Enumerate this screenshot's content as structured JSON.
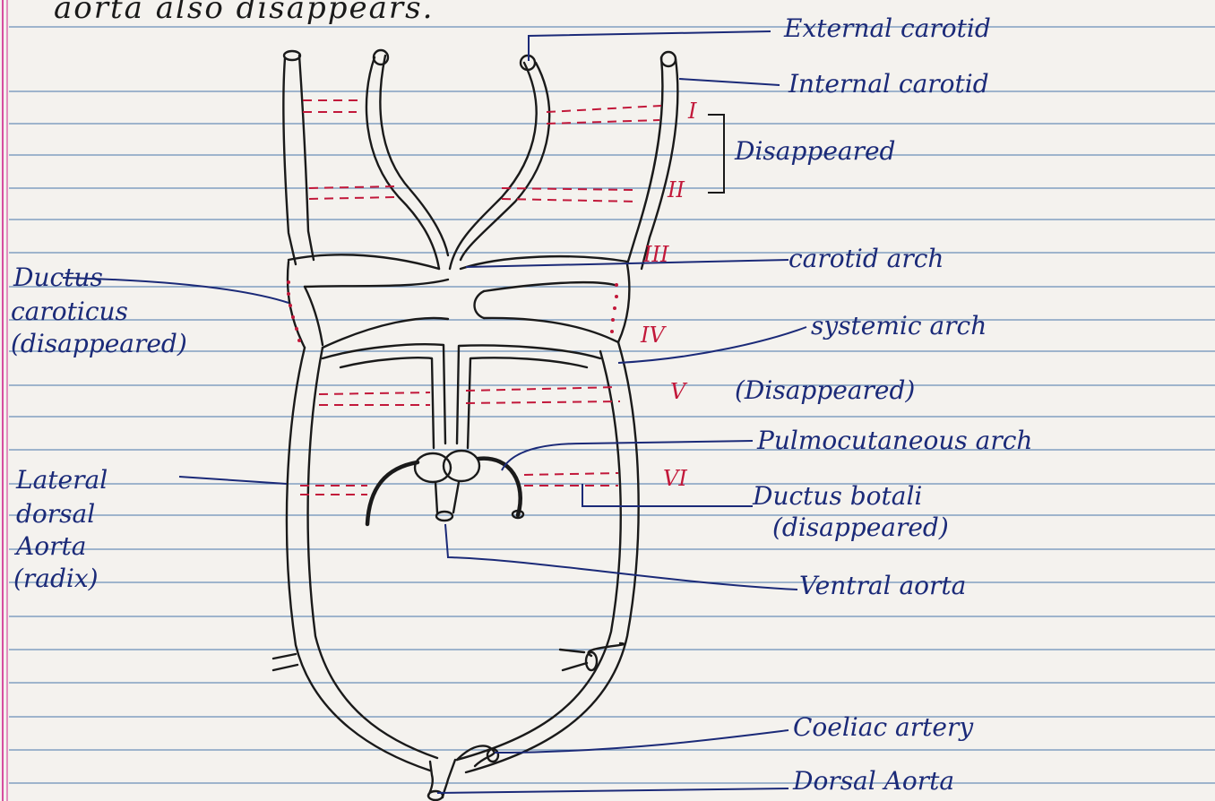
{
  "header_text": "aorta also disappears.",
  "labels": {
    "external_carotid": "External carotid",
    "internal_carotid": "Internal carotid",
    "disappeared": "Disappeared",
    "carotid_arch": "carotid arch",
    "systemic_arch": "systemic arch",
    "v_disappeared": "(Disappeared)",
    "pulmocutaneous_arch": "Pulmocutaneous arch",
    "ductus_botalli_1": "Ductus botali",
    "ductus_botalli_2": "(disappeared)",
    "ventral_aorta": "Ventral aorta",
    "coeliac_artery": "Coeliac artery",
    "dorsal_aorta": "Dorsal Aorta",
    "ductus_caroticus_1": "Ductus",
    "ductus_caroticus_2": "caroticus",
    "ductus_caroticus_3": "(disappeared)",
    "lateral_dorsal_1": "Lateral",
    "lateral_dorsal_2": "dorsal",
    "lateral_dorsal_3": "Aorta",
    "lateral_dorsal_4": "(radix)"
  },
  "arch_numerals": [
    "I",
    "II",
    "III",
    "IV",
    "V",
    "VI"
  ],
  "colors": {
    "paper": "#f4f2ee",
    "rule_line": "#3f6fa8",
    "margin_line": "#d64ea0",
    "ink_black": "#1a1a1a",
    "ink_blue": "#1b2a78",
    "ink_red": "#c2183a"
  }
}
